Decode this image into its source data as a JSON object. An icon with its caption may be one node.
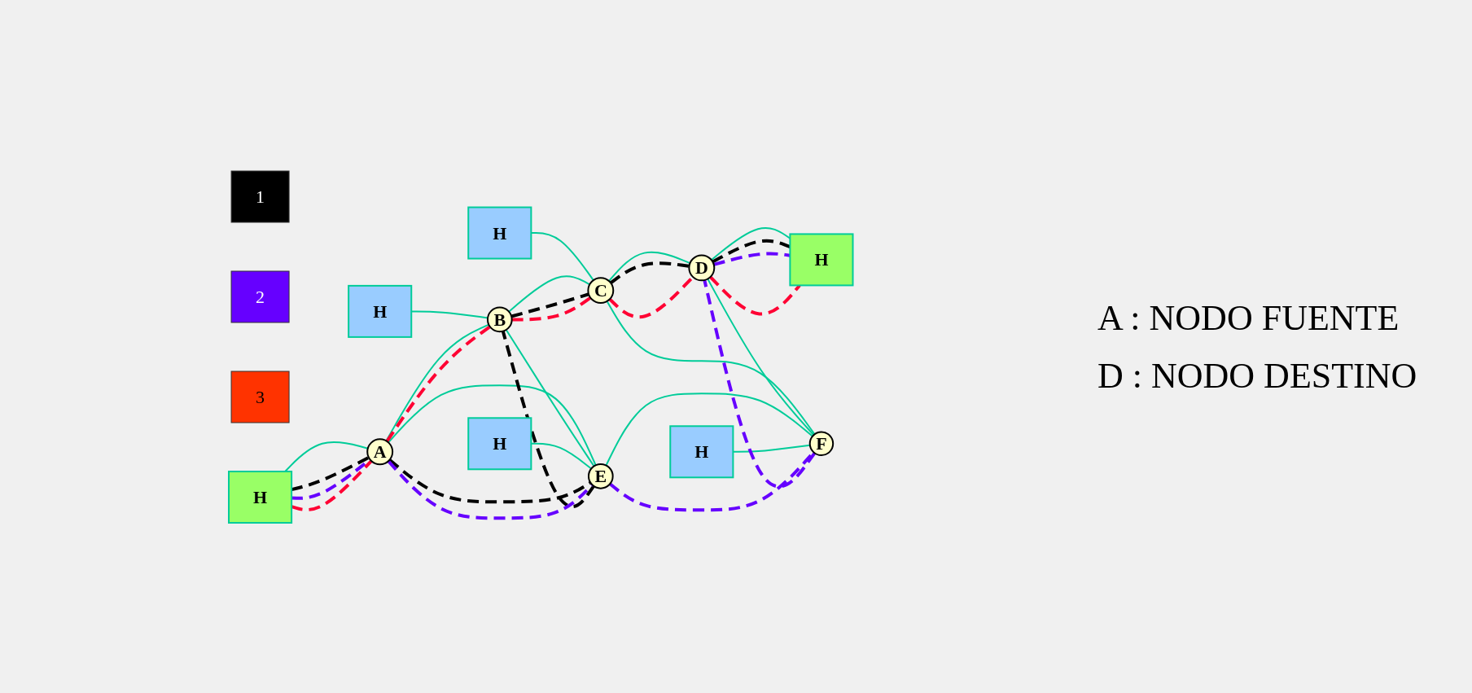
{
  "diagram": {
    "nodes": [
      {
        "text": [
          "H"
        ]
      },
      {
        "text": [
          "H"
        ]
      },
      {
        "text": [
          "1"
        ]
      },
      {
        "text": [
          "B"
        ]
      },
      {
        "text": [
          "C"
        ]
      },
      {
        "text": [
          "2"
        ]
      },
      {
        "text": [
          "H"
        ]
      },
      {
        "text": [
          "3"
        ]
      },
      {
        "text": [
          "A"
        ]
      },
      {
        "text": [
          "H"
        ]
      },
      {
        "text": [
          "D"
        ]
      },
      {
        "text": [
          "E"
        ]
      },
      {
        "text": [
          "F"
        ]
      },
      {
        "text": [
          "H"
        ]
      },
      {
        "text": [
          "H"
        ]
      }
    ],
    "edges": [
      {
        "from": 0,
        "to": 3,
        "arrow": "none"
      },
      {
        "from": 1,
        "to": 4,
        "arrow": "none"
      },
      {
        "from": 9,
        "to": 8,
        "arrow": "none"
      },
      {
        "from": 8,
        "to": 3,
        "arrow": "none"
      },
      {
        "from": 8,
        "to": 11,
        "arrow": "none"
      },
      {
        "from": 3,
        "to": 4,
        "arrow": "none"
      },
      {
        "from": 3,
        "to": 11,
        "arrow": "none"
      },
      {
        "from": 4,
        "to": 10,
        "arrow": "none"
      },
      {
        "from": 4,
        "to": 12,
        "arrow": "none"
      },
      {
        "from": 10,
        "to": 6,
        "arrow": "none"
      },
      {
        "from": 10,
        "to": 12,
        "arrow": "none"
      },
      {
        "from": 11,
        "to": 12,
        "arrow": "none"
      },
      {
        "from": 13,
        "to": 11,
        "arrow": "none"
      },
      {
        "from": 14,
        "to": 12,
        "arrow": "none"
      },
      {
        "from": 9,
        "to": 8,
        "arrow": "none",
        "style": "dashed",
        "color": "#000000"
      },
      {
        "from": 8,
        "to": 11,
        "arrow": "none",
        "style": "dashed",
        "color": "#000000"
      },
      {
        "from": 11,
        "to": 3,
        "arrow": "none",
        "style": "dashed",
        "color": "#000000"
      },
      {
        "from": 3,
        "to": 4,
        "arrow": "none",
        "style": "dashed",
        "color": "#000000"
      },
      {
        "from": 4,
        "to": 10,
        "arrow": "none",
        "style": "dashed",
        "color": "#000000"
      },
      {
        "from": 10,
        "to": 6,
        "arrow": "none",
        "style": "dashed",
        "color": "#000000"
      },
      {
        "from": 9,
        "to": 8,
        "arrow": "none",
        "style": "dashed",
        "color": "#6600ff"
      },
      {
        "from": 8,
        "to": 11,
        "arrow": "none",
        "style": "dashed",
        "color": "#6600ff"
      },
      {
        "from": 11,
        "to": 12,
        "arrow": "none",
        "style": "dashed",
        "color": "#6600ff"
      },
      {
        "from": 12,
        "to": 10,
        "arrow": "none",
        "style": "dashed",
        "color": "#6600ff"
      },
      {
        "from": 10,
        "to": 6,
        "arrow": "none",
        "style": "dashed",
        "color": "#6600ff"
      },
      {
        "from": 9,
        "to": 8,
        "arrow": "none",
        "style": "dashed",
        "color": "#ff0033"
      },
      {
        "from": 8,
        "to": 3,
        "arrow": "none",
        "style": "dashed",
        "color": "#ff0033"
      },
      {
        "from": 3,
        "to": 4,
        "arrow": "none",
        "style": "dashed",
        "color": "#ff0033"
      },
      {
        "from": 4,
        "to": 10,
        "arrow": "none",
        "style": "dashed",
        "color": "#ff0033"
      },
      {
        "from": 10,
        "to": 6,
        "arrow": "none",
        "style": "dashed",
        "color": "#ff0033"
      }
    ],
    "labels": [
      "A : NODO FUENTE",
      "D : NODO DESTINO"
    ]
  }
}
